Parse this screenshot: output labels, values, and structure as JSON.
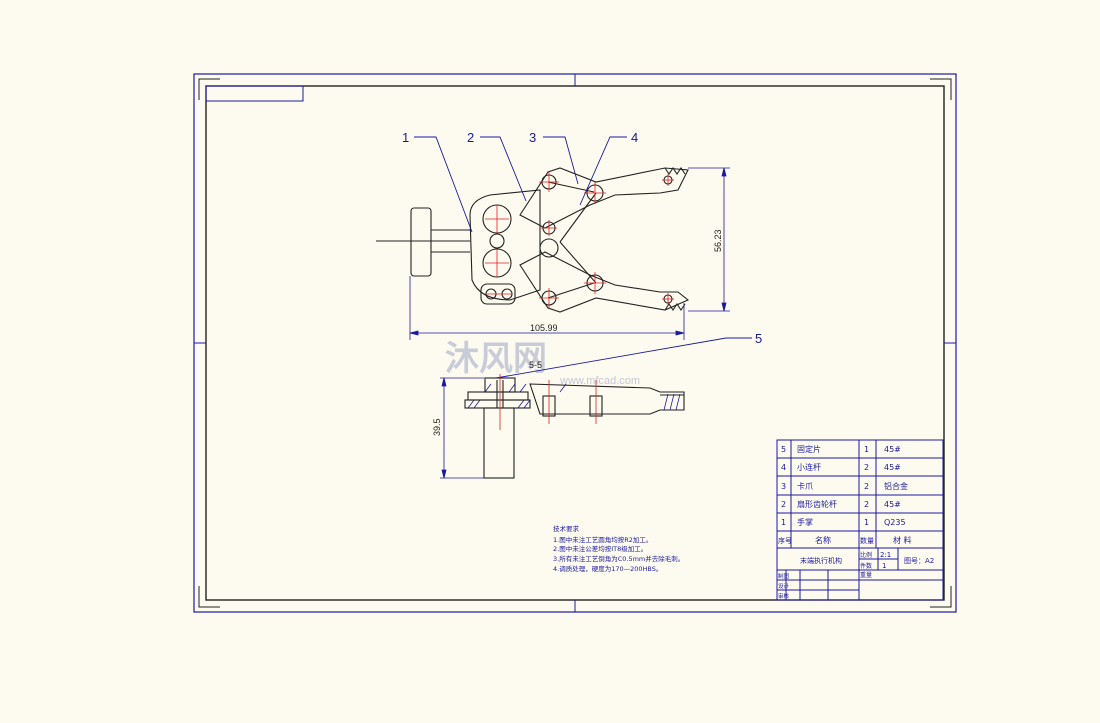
{
  "callouts": [
    "1",
    "2",
    "3",
    "4",
    "5"
  ],
  "dimensions": {
    "width": "105.99",
    "height": "56.23",
    "side_height": "39.5",
    "section_mark_top": "5-5"
  },
  "watermark": {
    "brand": "沐风网",
    "url": "www.mfcad.com"
  },
  "tech_requirements": {
    "title": "技术要求",
    "items": [
      "1.图中未注工艺圆角均按R2加工。",
      "2.图中未注公差均按IT8级加工。",
      "3.所有未注工艺倒角为C0.5mm并去除毛刺。",
      "4.调质处理，硬度为170—200HBS。"
    ]
  },
  "bom": {
    "rows": [
      {
        "no": "5",
        "name": "固定片",
        "qty": "1",
        "material": "45#"
      },
      {
        "no": "4",
        "name": "小连杆",
        "qty": "2",
        "material": "45#"
      },
      {
        "no": "3",
        "name": "卡爪",
        "qty": "2",
        "material": "铝合金"
      },
      {
        "no": "2",
        "name": "扇形齿轮杆",
        "qty": "2",
        "material": "45#"
      },
      {
        "no": "1",
        "name": "手掌",
        "qty": "1",
        "material": "Q235"
      }
    ],
    "header": {
      "no": "序号",
      "name": "名称",
      "qty": "数量",
      "material": "材 料"
    }
  },
  "title_block": {
    "drawing_name": "末端执行机构",
    "scale_label": "比例",
    "scale_value": "2:1",
    "count_label": "件数",
    "count_value": "1",
    "weight_label": "重量",
    "sheet": "图号：A2",
    "drawn": "制图",
    "designed": "设计",
    "checked": "审核"
  },
  "colors": {
    "background": "#fdfbef",
    "frame": "#1a1aa0",
    "part_line": "#222222",
    "center_line": "#e02020"
  }
}
